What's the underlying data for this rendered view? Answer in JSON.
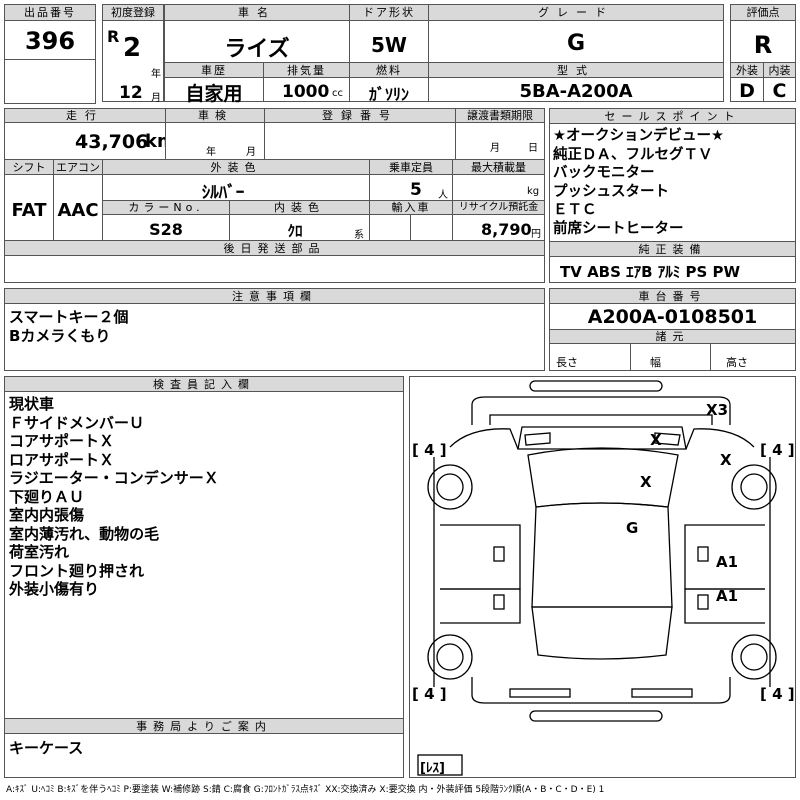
{
  "header_labels": {
    "lot_no": "出品番号",
    "first_reg": "初度登録",
    "car_name": "車名",
    "door": "ドア形状",
    "grade": "グレード",
    "score": "評価点",
    "history": "車歴",
    "displacement": "排気量",
    "fuel": "燃料",
    "model": "型式",
    "exterior": "外装",
    "interior": "内装"
  },
  "lot_no": "396",
  "first_reg": {
    "era": "R",
    "year": "2",
    "year_unit": "年",
    "month": "12",
    "month_unit": "月"
  },
  "car_name": "ライズ",
  "door": "5W",
  "grade": "G",
  "score": "R",
  "history": "自家用",
  "displacement": {
    "value": "1000",
    "unit": "cc"
  },
  "fuel": "ｶﾞｿﾘﾝ",
  "model": "5BA-A200A",
  "exterior_grade": "D",
  "interior_grade": "C",
  "mid_labels": {
    "mileage": "走行",
    "inspection": "車検",
    "reg_no": "登録番号",
    "transfer": "譲渡書類期限",
    "shift": "シフト",
    "aircon": "エアコン",
    "ext_color": "外装色",
    "capacity": "乗車定員",
    "max_load": "最大積載量",
    "color_no": "カラーNo.",
    "int_color": "内装色",
    "import": "輸入車",
    "recycle": "リサイクル預託金",
    "later_parts": "後日発送部品",
    "sales_points": "セールスポイント",
    "equipment": "純正装備",
    "notes": "注意事項欄",
    "chassis": "車台番号",
    "dims": "諸元",
    "length": "長さ",
    "width": "幅",
    "height": "高さ",
    "inspector": "検査員記入欄",
    "office": "事務局よりご案内"
  },
  "mileage": {
    "value": "43,706",
    "unit": "km"
  },
  "inspection": {
    "year_unit": "年",
    "month_unit": "月"
  },
  "transfer": {
    "month_unit": "月",
    "day_unit": "日"
  },
  "shift": "FAT",
  "aircon": "AAC",
  "ext_color": "ｼﾙﾊﾞｰ",
  "capacity": {
    "value": "5",
    "unit": "人"
  },
  "max_load_unit": "kg",
  "color_no": "S28",
  "int_color": {
    "value": "ｸﾛ",
    "unit": "系"
  },
  "recycle": {
    "value": "8,790",
    "unit": "円"
  },
  "sales_points": "★オークションデビュー★\n純正ＤＡ、フルセグＴＶ\nバックモニター\nプッシュスタート\nＥＴＣ\n前席シートヒーター",
  "equipment": "TV  ABS  ｴｱB  ｱﾙﾐ  PS  PW",
  "notes": "スマートキー２個\nBカメラくもり",
  "chassis_no": "A200A-0108501",
  "inspector_notes": "現状車\nＦサイドメンバーＵ\nコアサポートＸ\nロアサポートＸ\nラジエーター・コンデンサーＸ\n下廻りＡＵ\n室内内張傷\n室内薄汚れ、動物の毛\n荷室汚れ\nフロント廻り押され\n外装小傷有り",
  "office_notes": "キーケース",
  "diagram_marks": {
    "front_bumper": "X3",
    "windshield": "X",
    "right_front": "X",
    "hood": "X",
    "roof": "G",
    "right_front_door": "A1",
    "right_rear_door": "A1"
  },
  "tire_labels": {
    "front_left": "[ 4 ]",
    "front_right": "[ 4 ]",
    "rear_left": "[ 4 ]",
    "rear_right": "[ 4 ]",
    "spare": "[ﾚｽ]"
  },
  "legend": "A:ｷｽﾞ U:ﾍｺﾐ B:ｷｽﾞを伴うﾍｺﾐ P:要塗装 W:補修跡 S:錆 C:腐食 G:ﾌﾛﾝﾄｶﾞﾗｽ点ｷｽﾞ XX:交換済み X:要交換  内・外装評価 5段階ﾗﾝｸ順(A・B・C・D・E) 1"
}
